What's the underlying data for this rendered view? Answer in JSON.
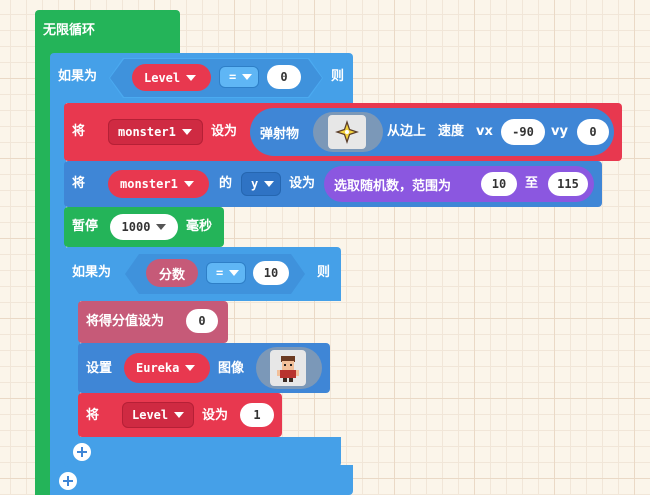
{
  "forever": {
    "label": "无限循环"
  },
  "if_level": {
    "label": "如果为",
    "variable": "Level",
    "operator": "=",
    "value": "0",
    "then_label": "则"
  },
  "set_projectile": {
    "label_set": "将",
    "sprite": "monster1",
    "label_to": "设为",
    "label_projectile": "弹射物",
    "image_icon": "sparkle-sprite-icon",
    "label_from_side": "从边上",
    "label_speed": "速度",
    "vx_label": "vx",
    "vx_value": "-90",
    "vy_label": "vy",
    "vy_value": "0"
  },
  "set_y": {
    "label_set": "将",
    "sprite": "monster1",
    "label_of": "的",
    "property": "y",
    "label_to": "设为",
    "random_label": "选取随机数，范围为",
    "from": "10",
    "label_to2": "至",
    "to": "115"
  },
  "pause": {
    "label": "暂停",
    "value": "1000",
    "unit": "毫秒"
  },
  "if_score": {
    "label": "如果为",
    "reporter": "分数",
    "operator": "=",
    "value": "10",
    "then_label": "则"
  },
  "set_score": {
    "label": "将得分值设为",
    "value": "0"
  },
  "set_image": {
    "label": "设置",
    "sprite": "Eureka",
    "label_image": "图像",
    "image_icon": "character-sprite-icon"
  },
  "set_level": {
    "label_set": "将",
    "variable": "Level",
    "label_to": "设为",
    "value": "1"
  },
  "colors": {
    "loop_green": "#24b459",
    "logic_blue": "#45a0e8",
    "variable_red": "#e8384f",
    "sprite_blue": "#3f86d6",
    "math_purple": "#8b57e0",
    "info_pink": "#c65a78"
  }
}
